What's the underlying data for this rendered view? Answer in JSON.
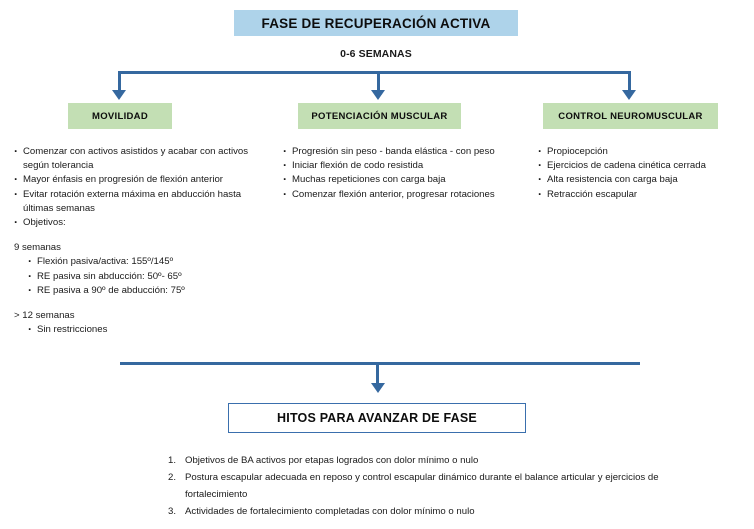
{
  "colors": {
    "title_bg": "#aed3ea",
    "chip_bg": "#c3dfb4",
    "connector": "#35689f",
    "box_border": "#3a6fad",
    "text": "#1a1a1a"
  },
  "header": {
    "title": "FASE DE RECUPERACIÓN ACTIVA",
    "subtitle": "0-6 SEMANAS"
  },
  "columns": [
    {
      "id": "movilidad",
      "chip_label": "MOVILIDAD",
      "bullets": [
        "Comenzar con activos asistidos y acabar con activos según tolerancia",
        "Mayor énfasis en progresión de flexión anterior",
        "Evitar rotación externa máxima en abducción hasta últimas semanas",
        "Objetivos:"
      ],
      "groups": [
        {
          "title": "9 semanas",
          "items": [
            "Flexión pasiva/activa: 155º/145º",
            "RE pasiva sin abducción: 50º- 65º",
            "RE pasiva a 90º de abducción: 75º"
          ]
        },
        {
          "title": "> 12 semanas",
          "items": [
            "Sin restricciones"
          ]
        }
      ]
    },
    {
      "id": "potenciacion",
      "chip_label": "POTENCIACIÓN MUSCULAR",
      "bullets": [
        "Progresión sin peso - banda elástica - con peso",
        "Iniciar flexión de codo resistida",
        "Muchas repeticiones con carga baja",
        "Comenzar flexión anterior, progresar rotaciones"
      ],
      "groups": []
    },
    {
      "id": "control-neuromuscular",
      "chip_label": "CONTROL NEUROMUSCULAR",
      "bullets": [
        "Propiocepción",
        "Ejercicios de cadena cinética cerrada",
        "Alta resistencia con carga baja",
        "Retracción escapular"
      ],
      "groups": []
    }
  ],
  "footer": {
    "box_title": "HITOS PARA AVANZAR DE FASE",
    "items": [
      "Objetivos de BA activos por etapas logrados con dolor mínimo o nulo",
      "Postura escapular adecuada en reposo y control escapular dinámico durante el balance articular y ejercicios de fortalecimiento",
      "Actividades de fortalecimiento completadas con dolor mínimo o nulo"
    ]
  }
}
